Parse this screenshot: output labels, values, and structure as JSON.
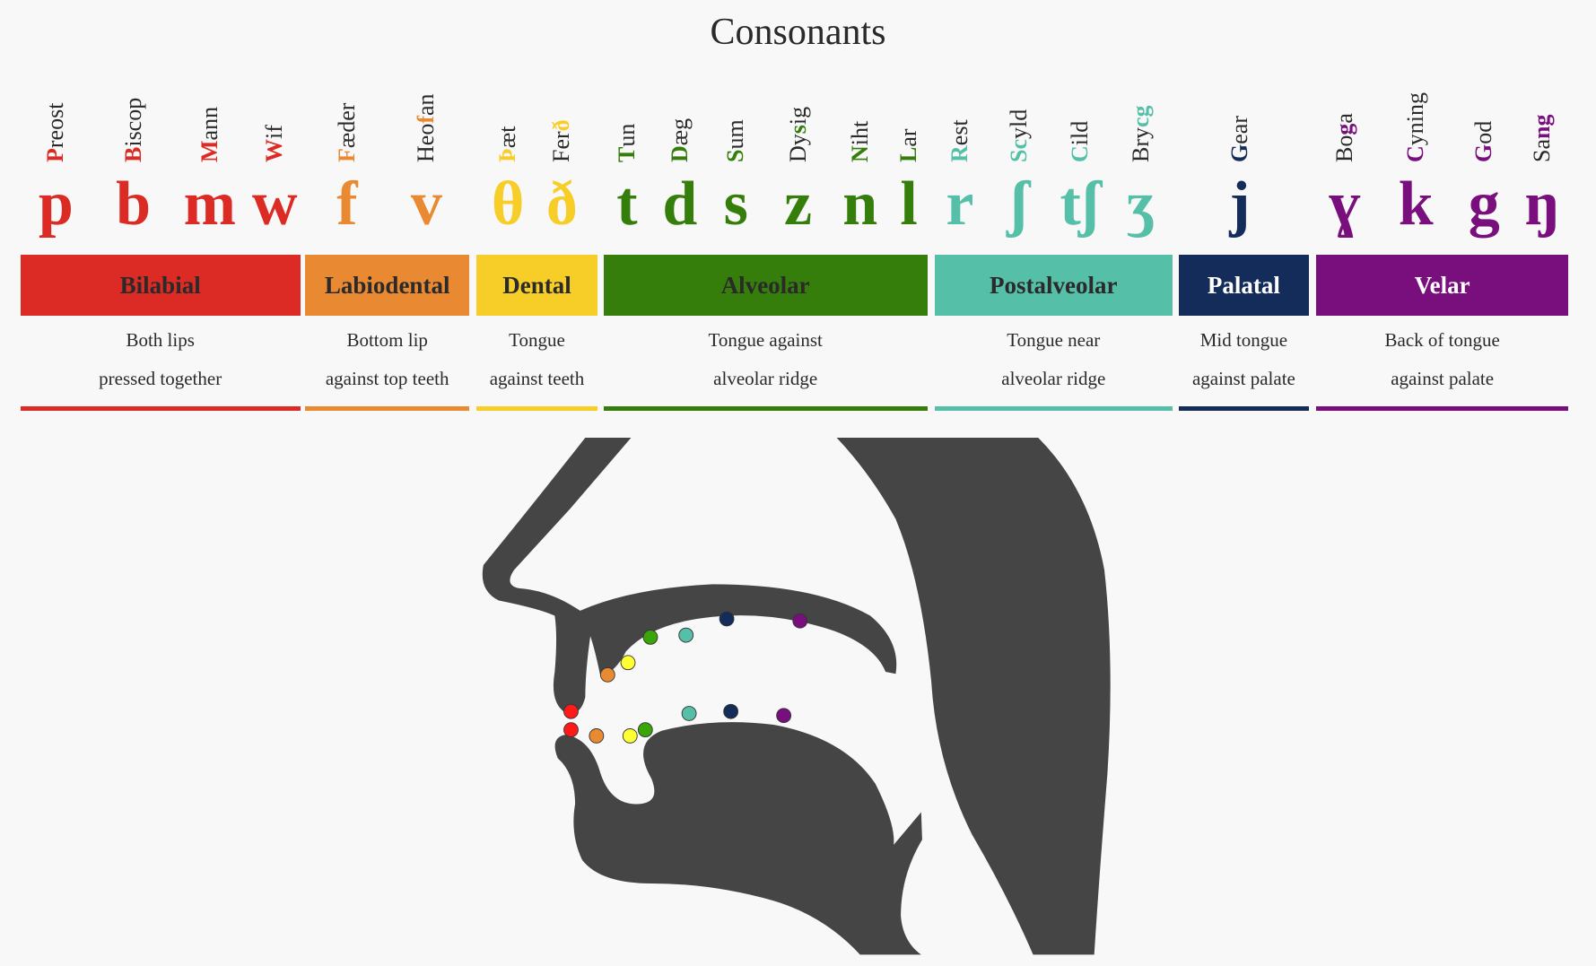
{
  "title": "Consonants",
  "groups": [
    {
      "label": "Bilabial",
      "desc": [
        "Both lips",
        "pressed together"
      ],
      "color": "#dc2a24",
      "label_color": "#2a2a2a",
      "dot_color": "#ff1a1a",
      "phonemes": [
        {
          "ipa": "p",
          "word": [
            "",
            "P",
            "reost"
          ]
        },
        {
          "ipa": "b",
          "word": [
            "",
            "B",
            "iscop"
          ]
        },
        {
          "ipa": "m",
          "word": [
            "",
            "M",
            "ann"
          ]
        },
        {
          "ipa": "w",
          "word": [
            "",
            "W",
            "if"
          ]
        }
      ]
    },
    {
      "label": "Labiodental",
      "desc": [
        "Bottom lip",
        "against top teeth"
      ],
      "color": "#e98a33",
      "label_color": "#2a2a2a",
      "dot_color": "#e98a33",
      "phonemes": [
        {
          "ipa": "f",
          "word": [
            "",
            "F",
            "æder"
          ]
        },
        {
          "ipa": "v",
          "word": [
            "Heo",
            "f",
            "an"
          ]
        }
      ]
    },
    {
      "label": "Dental",
      "desc": [
        "Tongue",
        "against teeth"
      ],
      "color": "#f7cd27",
      "label_color": "#2a2a2a",
      "dot_color": "#ffff33",
      "phonemes": [
        {
          "ipa": "θ",
          "word": [
            "",
            "Þ",
            "æt"
          ]
        },
        {
          "ipa": "ð",
          "word": [
            "Fer",
            "ð",
            ""
          ]
        }
      ]
    },
    {
      "label": "Alveolar",
      "desc": [
        "Tongue against",
        "alveolar ridge"
      ],
      "color": "#367e0c",
      "label_color": "#2a2a2a",
      "dot_color": "#3aa50a",
      "phonemes": [
        {
          "ipa": "t",
          "word": [
            "",
            "T",
            "un"
          ]
        },
        {
          "ipa": "d",
          "word": [
            "",
            "D",
            "æg"
          ]
        },
        {
          "ipa": "s",
          "word": [
            "",
            "S",
            "um"
          ]
        },
        {
          "ipa": "z",
          "word": [
            "Dy",
            "s",
            "ig"
          ]
        },
        {
          "ipa": "n",
          "word": [
            "",
            "N",
            "iht"
          ]
        },
        {
          "ipa": "l",
          "word": [
            "",
            "L",
            "ar"
          ]
        }
      ]
    },
    {
      "label": "Postalveolar",
      "desc": [
        "Tongue near",
        "alveolar ridge"
      ],
      "color": "#55bfa8",
      "label_color": "#2a2a2a",
      "dot_color": "#55bfa8",
      "phonemes": [
        {
          "ipa": "r",
          "word": [
            "",
            "R",
            "est"
          ]
        },
        {
          "ipa": "ʃ",
          "word": [
            "",
            "Sc",
            "yld"
          ]
        },
        {
          "ipa": "tʃ",
          "word": [
            "",
            "C",
            "ild"
          ]
        },
        {
          "ipa": "ʒ",
          "word": [
            "Bry",
            "cg",
            ""
          ]
        }
      ]
    },
    {
      "label": "Palatal",
      "desc": [
        "Mid tongue",
        "against palate"
      ],
      "color": "#132c59",
      "label_color": "#ffffff",
      "dot_color": "#132c59",
      "phonemes": [
        {
          "ipa": "j",
          "word": [
            "",
            "G",
            "ear"
          ]
        }
      ]
    },
    {
      "label": "Velar",
      "desc": [
        "Back of tongue",
        "against palate"
      ],
      "color": "#780f7d",
      "label_color": "#ffffff",
      "dot_color": "#780f7d",
      "phonemes": [
        {
          "ipa": "ɣ",
          "word": [
            "Bo",
            "g",
            "a"
          ]
        },
        {
          "ipa": "k",
          "word": [
            "",
            "C",
            "yning"
          ]
        },
        {
          "ipa": "g",
          "word": [
            "",
            "G",
            "od"
          ]
        },
        {
          "ipa": "ŋ",
          "word": [
            "Sa",
            "ng",
            ""
          ]
        }
      ]
    }
  ]
}
